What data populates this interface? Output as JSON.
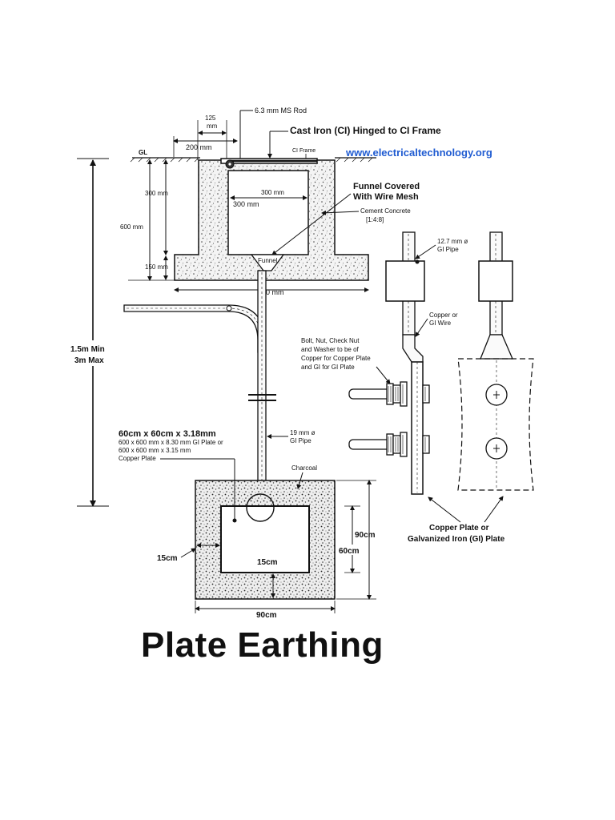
{
  "diagram": {
    "title": "Plate Earthing",
    "website": "www.electricaltechnology.org",
    "labels": {
      "ms_rod": "6.3 mm MS Rod",
      "ci_hinged": "Cast Iron (CI) Hinged to CI Frame",
      "dim_125": "125",
      "dim_125_unit": "mm",
      "dim_200": "200 mm",
      "gl": "GL",
      "ci_frame": "CI Frame",
      "dim_300_v": "300 mm",
      "dim_300_h": "300 mm",
      "dim_300_h2": "300 mm",
      "dim_600": "600 mm",
      "dim_150": "150 mm",
      "dim_700": "700 mm",
      "funnel_1": "Funnel Covered",
      "funnel_2": "With Wire Mesh",
      "cement_1": "Cement Concrete",
      "cement_2": "[1:4:8]",
      "funnel": "Funnel",
      "depth_1": "1.5m Min",
      "depth_2": "3m Max",
      "gi_pipe_top_1": "12.7 mm ø",
      "gi_pipe_top_2": "GI Pipe",
      "wire_1": "Copper or",
      "wire_2": "GI Wire",
      "bolt_1": "Bolt, Nut, Check Nut",
      "bolt_2": "and Washer to be of",
      "bolt_3": "Copper for Copper Plate",
      "bolt_4": "and GI for GI Plate",
      "plate_spec_1": "60cm x 60cm x 3.18mm",
      "plate_spec_2": "600 x 600 mm x 8.30 mm GI Plate or",
      "plate_spec_3": "600 x 600 mm x 3.15 mm",
      "plate_spec_4": "Copper Plate",
      "gi_pipe_1": "19 mm ø",
      "gi_pipe_2": "GI Pipe",
      "charcoal": "Charcoal",
      "dim_90_v": "90cm",
      "dim_60_v": "60cm",
      "dim_15_left": "15cm",
      "dim_15_bottom": "15cm",
      "dim_90_h": "90cm",
      "plate_type_1": "Copper Plate or",
      "plate_type_2": "Galvanized Iron (GI) Plate"
    }
  }
}
